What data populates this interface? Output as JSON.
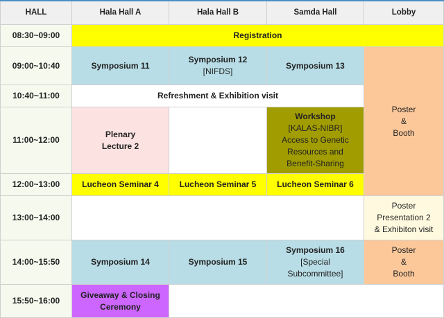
{
  "headers": [
    "HALL",
    "Hala Hall A",
    "Hala Hall B",
    "Samda Hall",
    "Lobby"
  ],
  "times": [
    "08:30~09:00",
    "09:00~10:40",
    "10:40~11:00",
    "11:00~12:00",
    "12:00~13:00",
    "13:00~14:00",
    "14:00~15:50",
    "15:50~16:00"
  ],
  "sessions": {
    "registration": "Registration",
    "symposium_11": "Symposium 11",
    "symposium_12": "Symposium 12",
    "symposium_12_sub": "[NIFDS]",
    "symposium_13": "Symposium 13",
    "poster_booth_1": [
      "Poster",
      "&",
      "Booth"
    ],
    "refreshment": "Refreshment & Exhibition visit",
    "plenary": [
      "Plenary",
      "Lecture 2"
    ],
    "workshop_title": "Workshop",
    "workshop_lines": [
      "[KALAS-NIBR]",
      "Access to Genetic",
      "Resources and",
      "Benefit-Sharing"
    ],
    "luncheon_4": "Lucheon Seminar 4",
    "luncheon_5": "Lucheon Seminar 5",
    "luncheon_6": "Lucheon Seminar 6",
    "poster_presentation": [
      "Poster",
      "Presentation 2",
      "& Exhibiton visit"
    ],
    "symposium_14": "Symposium 14",
    "symposium_15": "Symposium 15",
    "symposium_16": "Symposium 16",
    "symposium_16_lines": [
      "[Special",
      "Subcommittee]"
    ],
    "poster_booth_2": [
      "Poster",
      "&",
      "Booth"
    ],
    "giveaway": [
      "Giveaway & Closing",
      "Ceremony"
    ]
  }
}
